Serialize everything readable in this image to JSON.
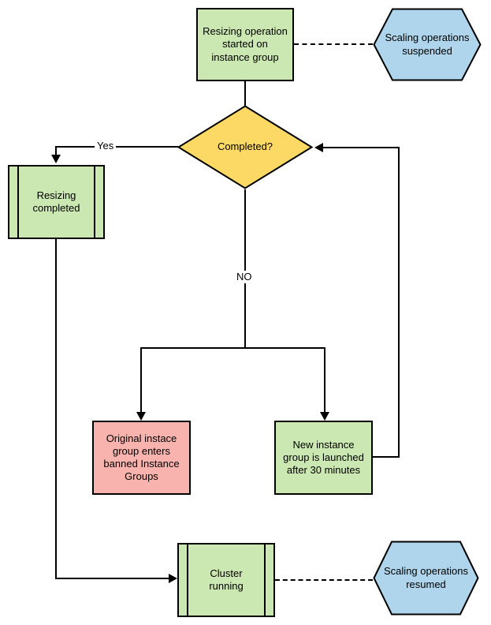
{
  "diagram": {
    "nodes": {
      "start": {
        "label": "Resizing operation\nstarted on\ninstance group",
        "shape": "process"
      },
      "suspended": {
        "label": "Scaling operations\nsuspended",
        "shape": "hexagon"
      },
      "decision": {
        "label": "Completed?",
        "shape": "decision"
      },
      "resizing_completed": {
        "label": "Resizing\ncompleted",
        "shape": "predefined-process"
      },
      "banned": {
        "label": "Original instace\ngroup enters\nbanned Instance\nGroups",
        "shape": "process"
      },
      "new_instance": {
        "label": "New instance\ngroup is launched\nafter 30 minutes",
        "shape": "process"
      },
      "cluster": {
        "label": "Cluster\nrunning",
        "shape": "predefined-process"
      },
      "resumed": {
        "label": "Scaling operations\nresumed",
        "shape": "hexagon"
      }
    },
    "edge_labels": {
      "yes": "Yes",
      "no": "NO"
    },
    "colors": {
      "green": "#cbe7b2",
      "yellow": "#fcd964",
      "pink": "#f8b3ae",
      "blue": "#aed5eb",
      "border": "#000000"
    }
  }
}
